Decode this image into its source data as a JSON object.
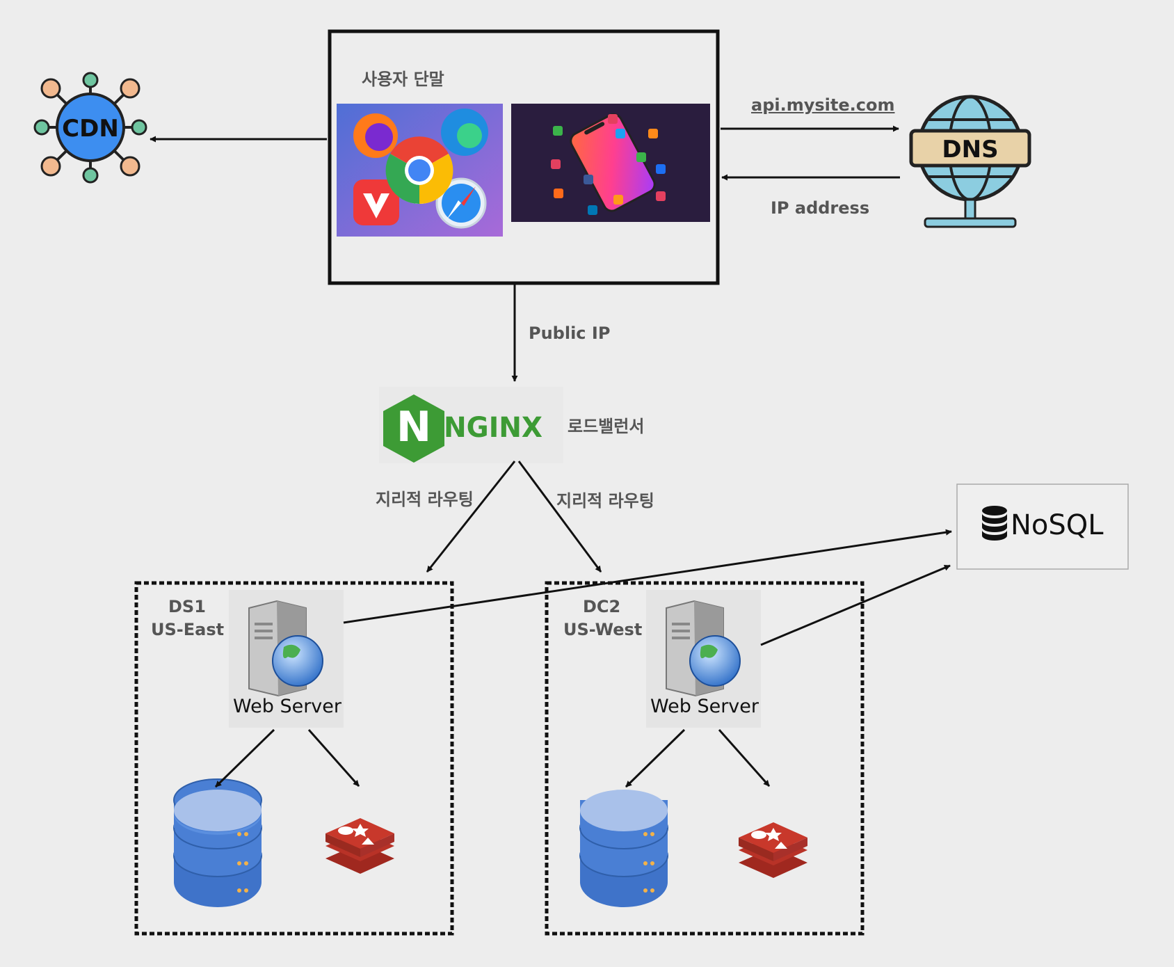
{
  "client": {
    "title": "사용자 단말"
  },
  "cdn": {
    "label": "CDN",
    "icon": "cdn-network-icon"
  },
  "dns": {
    "label": "DNS",
    "icon": "dns-globe-icon"
  },
  "edges": {
    "request_label": "api.mysite.com",
    "response_label": "IP address",
    "public_ip_label": "Public IP",
    "route_left_label": "지리적 라우팅",
    "route_right_label": "지리적 라우팅"
  },
  "load_balancer": {
    "logo_text": "NGINX",
    "logo_letter": "N",
    "label": "로드밸런서"
  },
  "nosql": {
    "label": "NoSQL"
  },
  "datacenters": [
    {
      "name": "DS1",
      "region": "US-East",
      "server_label": "Web Server"
    },
    {
      "name": "DC2",
      "region": "US-West",
      "server_label": "Web Server"
    }
  ],
  "colors": {
    "nginx_green": "#3d9b35",
    "db_blue": "#4a7fd4",
    "redis_red": "#c8382b",
    "cdn_blue": "#3d8ef0"
  }
}
